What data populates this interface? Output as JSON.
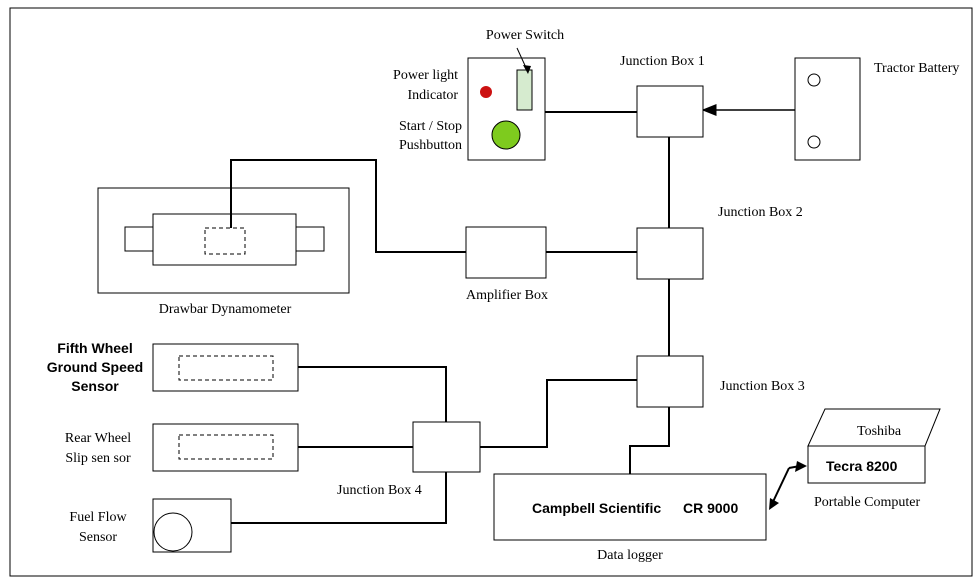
{
  "diagram": {
    "power_switch_label": "Power Switch",
    "power_light_label_1": "Power light",
    "power_light_label_2": "Indicator",
    "start_stop_label_1": "Start / Stop",
    "start_stop_label_2": "Pushbutton",
    "junction_box_1": "Junction Box 1",
    "junction_box_2": "Junction Box 2",
    "junction_box_3": "Junction Box 3",
    "junction_box_4": "Junction Box 4",
    "tractor_battery": "Tractor Battery",
    "drawbar_dynamometer": "Drawbar Dynamometer",
    "amplifier_box": "Amplifier Box",
    "fifth_wheel_1": "Fifth Wheel",
    "fifth_wheel_2": "Ground Speed",
    "fifth_wheel_3": "Sensor",
    "rear_wheel_1": "Rear Wheel",
    "rear_wheel_2": "Slip sen sor",
    "fuel_flow_1": "Fuel Flow",
    "fuel_flow_2": "Sensor",
    "logger_brand": "Campbell Scientific",
    "logger_model": "CR 9000",
    "data_logger": "Data logger",
    "computer_brand": "Toshiba",
    "computer_model": "Tecra 8200",
    "portable_computer": "Portable Computer",
    "colors": {
      "power_light": "#cc1111",
      "pushbutton": "#7ecb1e",
      "power_switch": "#d6ebcf"
    }
  }
}
